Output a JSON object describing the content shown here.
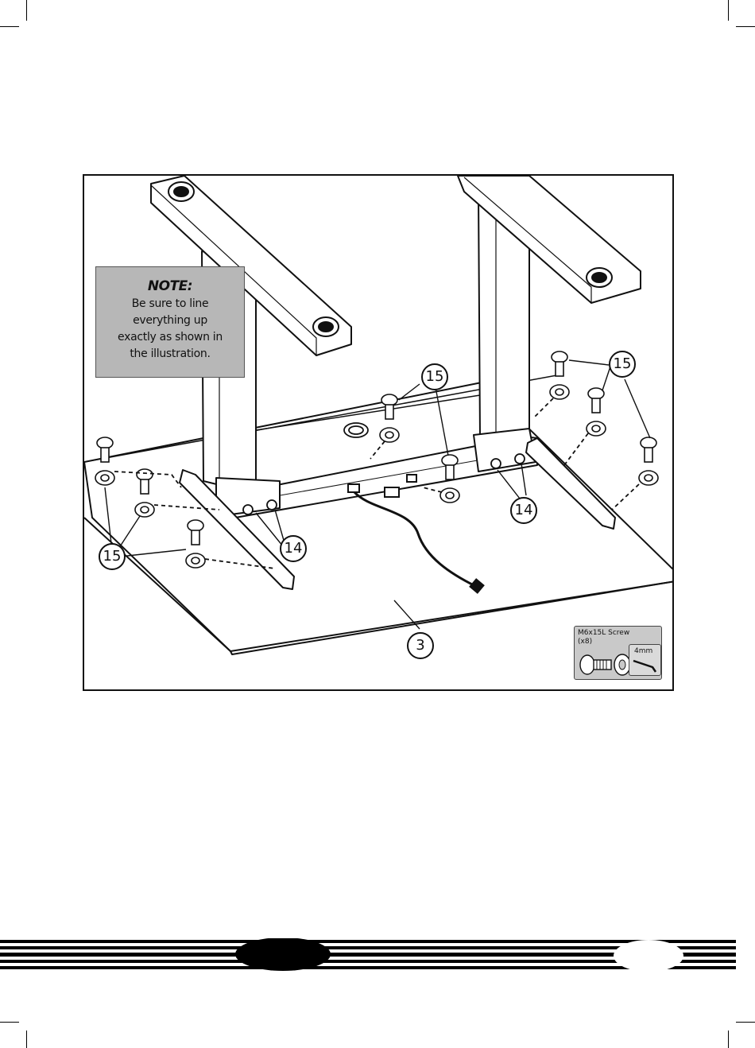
{
  "note": {
    "title": "NOTE:",
    "lines": [
      "Be sure to line",
      "everything up",
      "exactly as shown in",
      "the illustration."
    ]
  },
  "callouts": {
    "part_15": "15",
    "part_14": "14",
    "part_3": "3"
  },
  "hardware": {
    "screw_name": "M6x15L Screw",
    "screw_qty": "(x8)",
    "tool": "4mm"
  },
  "colors": {
    "note_background": "#b7b7b7",
    "hardware_background": "#c9c9c9",
    "ink": "#111111"
  },
  "icons": [
    "crop-mark-icon",
    "screw-icon",
    "washer-icon",
    "allen-key-icon",
    "cable-plug-icon"
  ]
}
